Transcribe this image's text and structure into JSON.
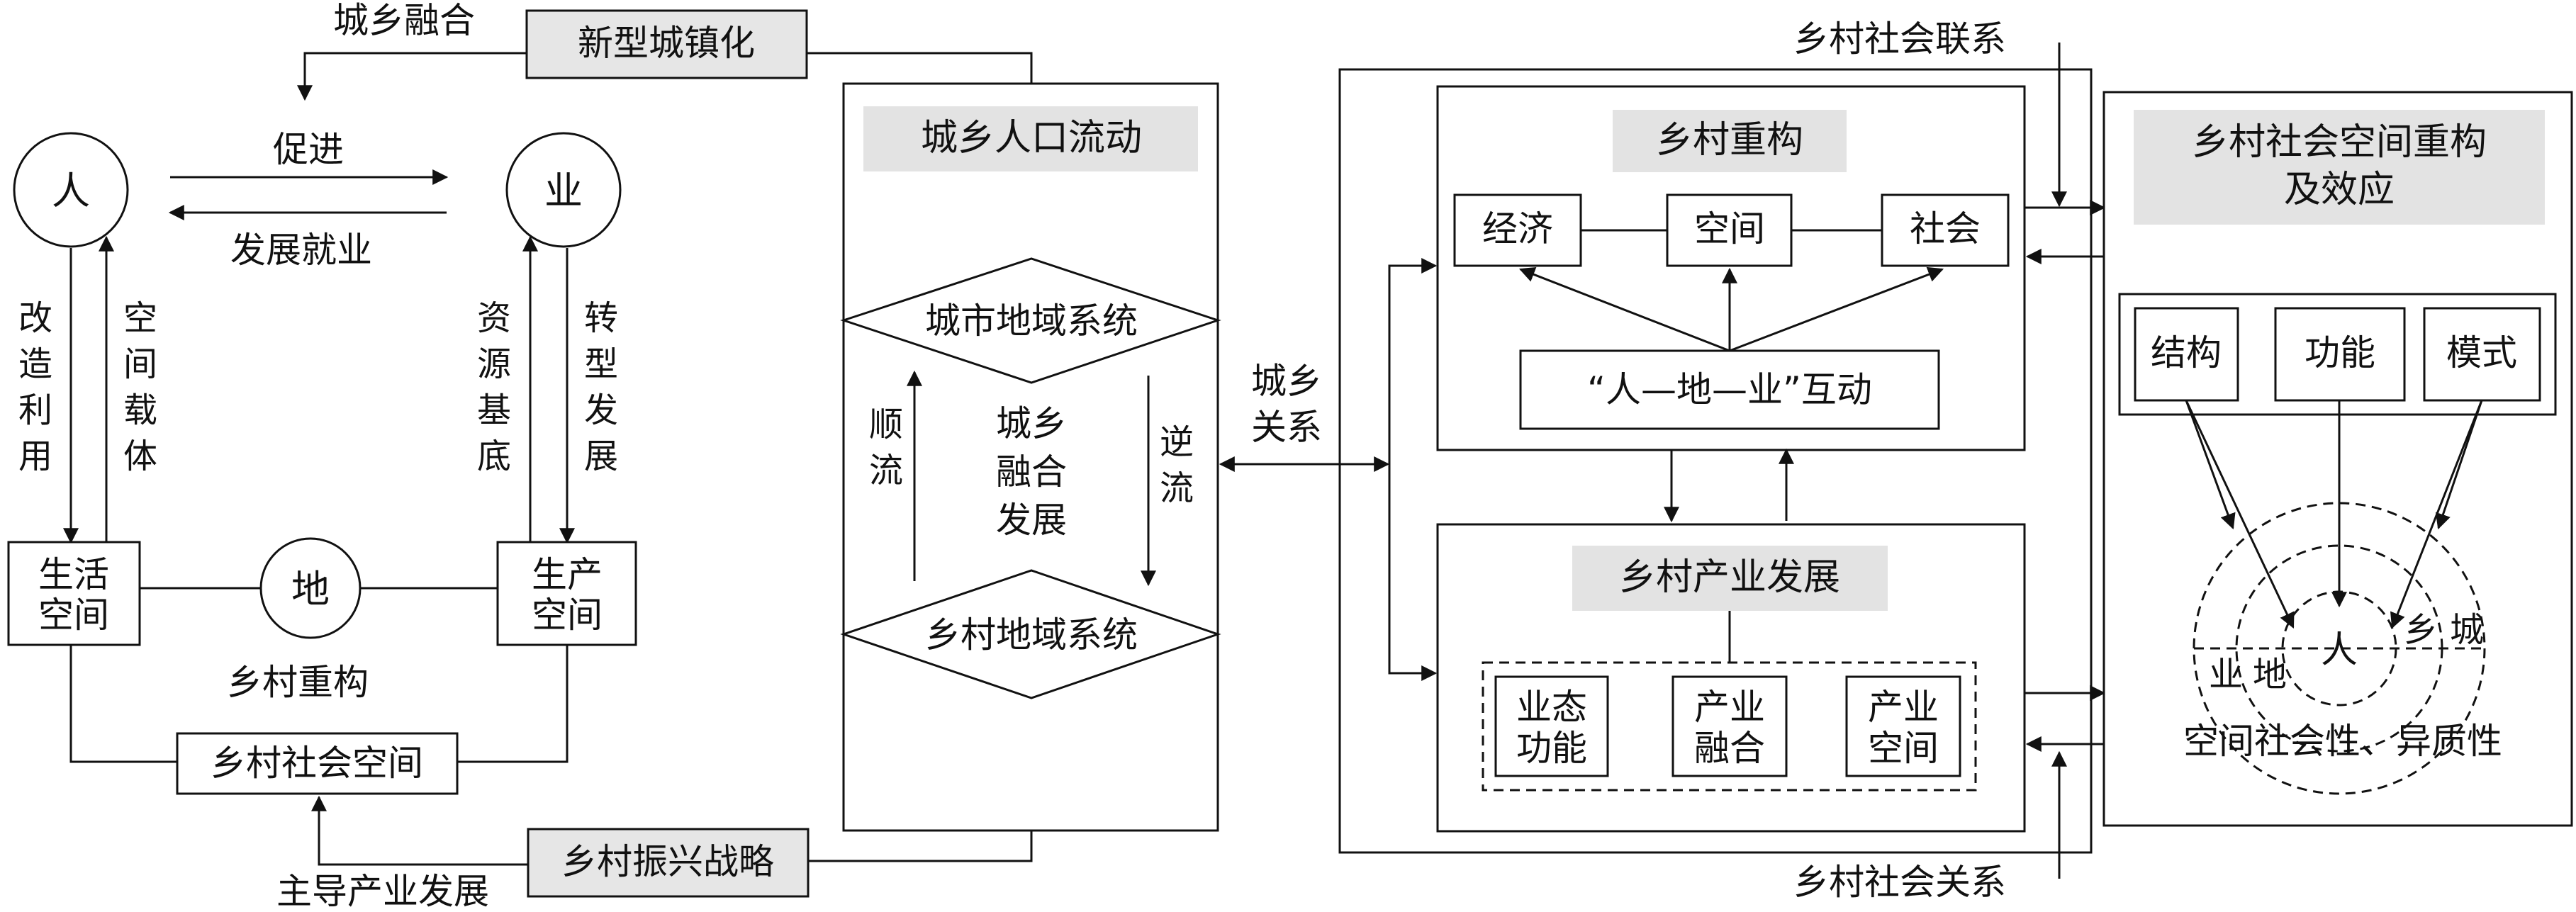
{
  "left": {
    "ren": "人",
    "ye": "业",
    "di": "地",
    "chengxiang_ronghe": "城乡融合",
    "xinxing_chengzhenhua": "新型城镇化",
    "cujin": "促进",
    "fazhan_jiuye": "发展就业",
    "gaizao_liyong": [
      "改",
      "造",
      "利",
      "用"
    ],
    "kongjian_zaiti": [
      "空",
      "间",
      "载",
      "体"
    ],
    "ziyuan_jidi": [
      "资",
      "源",
      "基",
      "底"
    ],
    "zhuanxing_fazhan": [
      "转",
      "型",
      "发",
      "展"
    ],
    "shenghuo_kongjian": [
      "生活",
      "空间"
    ],
    "shengchan_kongjian": [
      "生产",
      "空间"
    ],
    "xiangcun_chonggou": "乡村重构",
    "xiangcun_shehui_kongjian": "乡村社会空间",
    "zhudao_chanye_fazhan": "主导产业发展",
    "xiangcun_zhenxing_zhanlue": "乡村振兴战略"
  },
  "middle": {
    "title": "城乡人口流动",
    "urban_system": "城市地域系统",
    "rural_system": "乡村地域系统",
    "shunliu": [
      "顺",
      "流"
    ],
    "niliu": [
      "逆",
      "流"
    ],
    "ronghe_fazhan": [
      "城乡",
      "融合",
      "发展"
    ],
    "chengxiang_guanxi": [
      "城乡",
      "关系"
    ]
  },
  "right": {
    "xiangcun_shehui_lianxi": "乡村社会联系",
    "xiangcun_shehui_guanxi": "乡村社会关系",
    "xiangcun_chonggou": "乡村重构",
    "jingji": "经济",
    "kongjian": "空间",
    "shehui": "社会",
    "hudong": "“人—地—业”互动",
    "chanye_fazhan": "乡村产业发展",
    "yetai_gongneng": [
      "业态",
      "功能"
    ],
    "chanye_ronghe": [
      "产业",
      "融合"
    ],
    "chanye_kongjian": [
      "产业",
      "空间"
    ]
  },
  "far_right": {
    "title": [
      "乡村社会空间重构",
      "及效应"
    ],
    "jiegou": "结构",
    "gongneng": "功能",
    "moshi": "模式",
    "ren": "人",
    "xiang": "乡",
    "cheng": "城",
    "ye": "业",
    "di": "地",
    "caption": "空间社会性、异质性"
  }
}
